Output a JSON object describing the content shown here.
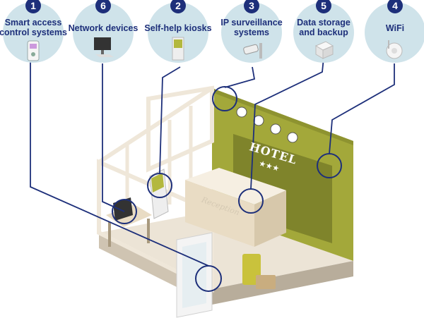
{
  "categories": [
    {
      "id": "access",
      "number": "1",
      "label": "Smart access\ncontrol systems",
      "icon": "access-control-reader-icon"
    },
    {
      "id": "network",
      "number": "6",
      "label": "Network devices",
      "icon": "desktop-computer-icon"
    },
    {
      "id": "kiosk",
      "number": "2",
      "label": "Self-help kiosks",
      "icon": "kiosk-icon"
    },
    {
      "id": "camera",
      "number": "3",
      "label": "IP surveillance\nsystems",
      "icon": "security-camera-icon"
    },
    {
      "id": "storage",
      "number": "5",
      "label": "Data storage\nand backup",
      "icon": "storage-device-icon"
    },
    {
      "id": "wifi",
      "number": "4",
      "label": "WiFi",
      "icon": "wifi-router-icon"
    }
  ],
  "scene": {
    "hotel_sign": "HOTEL",
    "hotel_stars": "★★★",
    "reception_text": "Reception"
  },
  "colors": {
    "bubble": "#cfe3ea",
    "navy": "#1d2f7a",
    "olive_wall": "#a3a83a",
    "floor": "#ece4d6",
    "desk": "#e9dcc4"
  }
}
